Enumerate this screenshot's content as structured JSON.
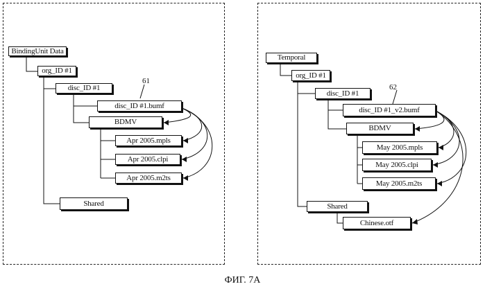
{
  "left_tree": {
    "root": "BindingUnit Data",
    "org": "org_ID #1",
    "disc": "disc_ID #1",
    "bumf": "disc_ID #1.bumf",
    "ref": "61",
    "bdmv": "BDMV",
    "files": [
      "Apr 2005.mpls",
      "Apr 2005.clpi",
      "Apr 2005.m2ts"
    ],
    "shared": "Shared"
  },
  "right_tree": {
    "root": "Temporal",
    "org": "org_ID #1",
    "disc": "disc_ID #1",
    "bumf": "disc_ID #1_v2.bumf",
    "ref": "62",
    "bdmv": "BDMV",
    "files": [
      "May 2005.mpls",
      "May 2005.clpi",
      "May 2005.m2ts"
    ],
    "shared": "Shared",
    "font_file": "Chinese.otf"
  },
  "caption": "ФИГ. 7А"
}
